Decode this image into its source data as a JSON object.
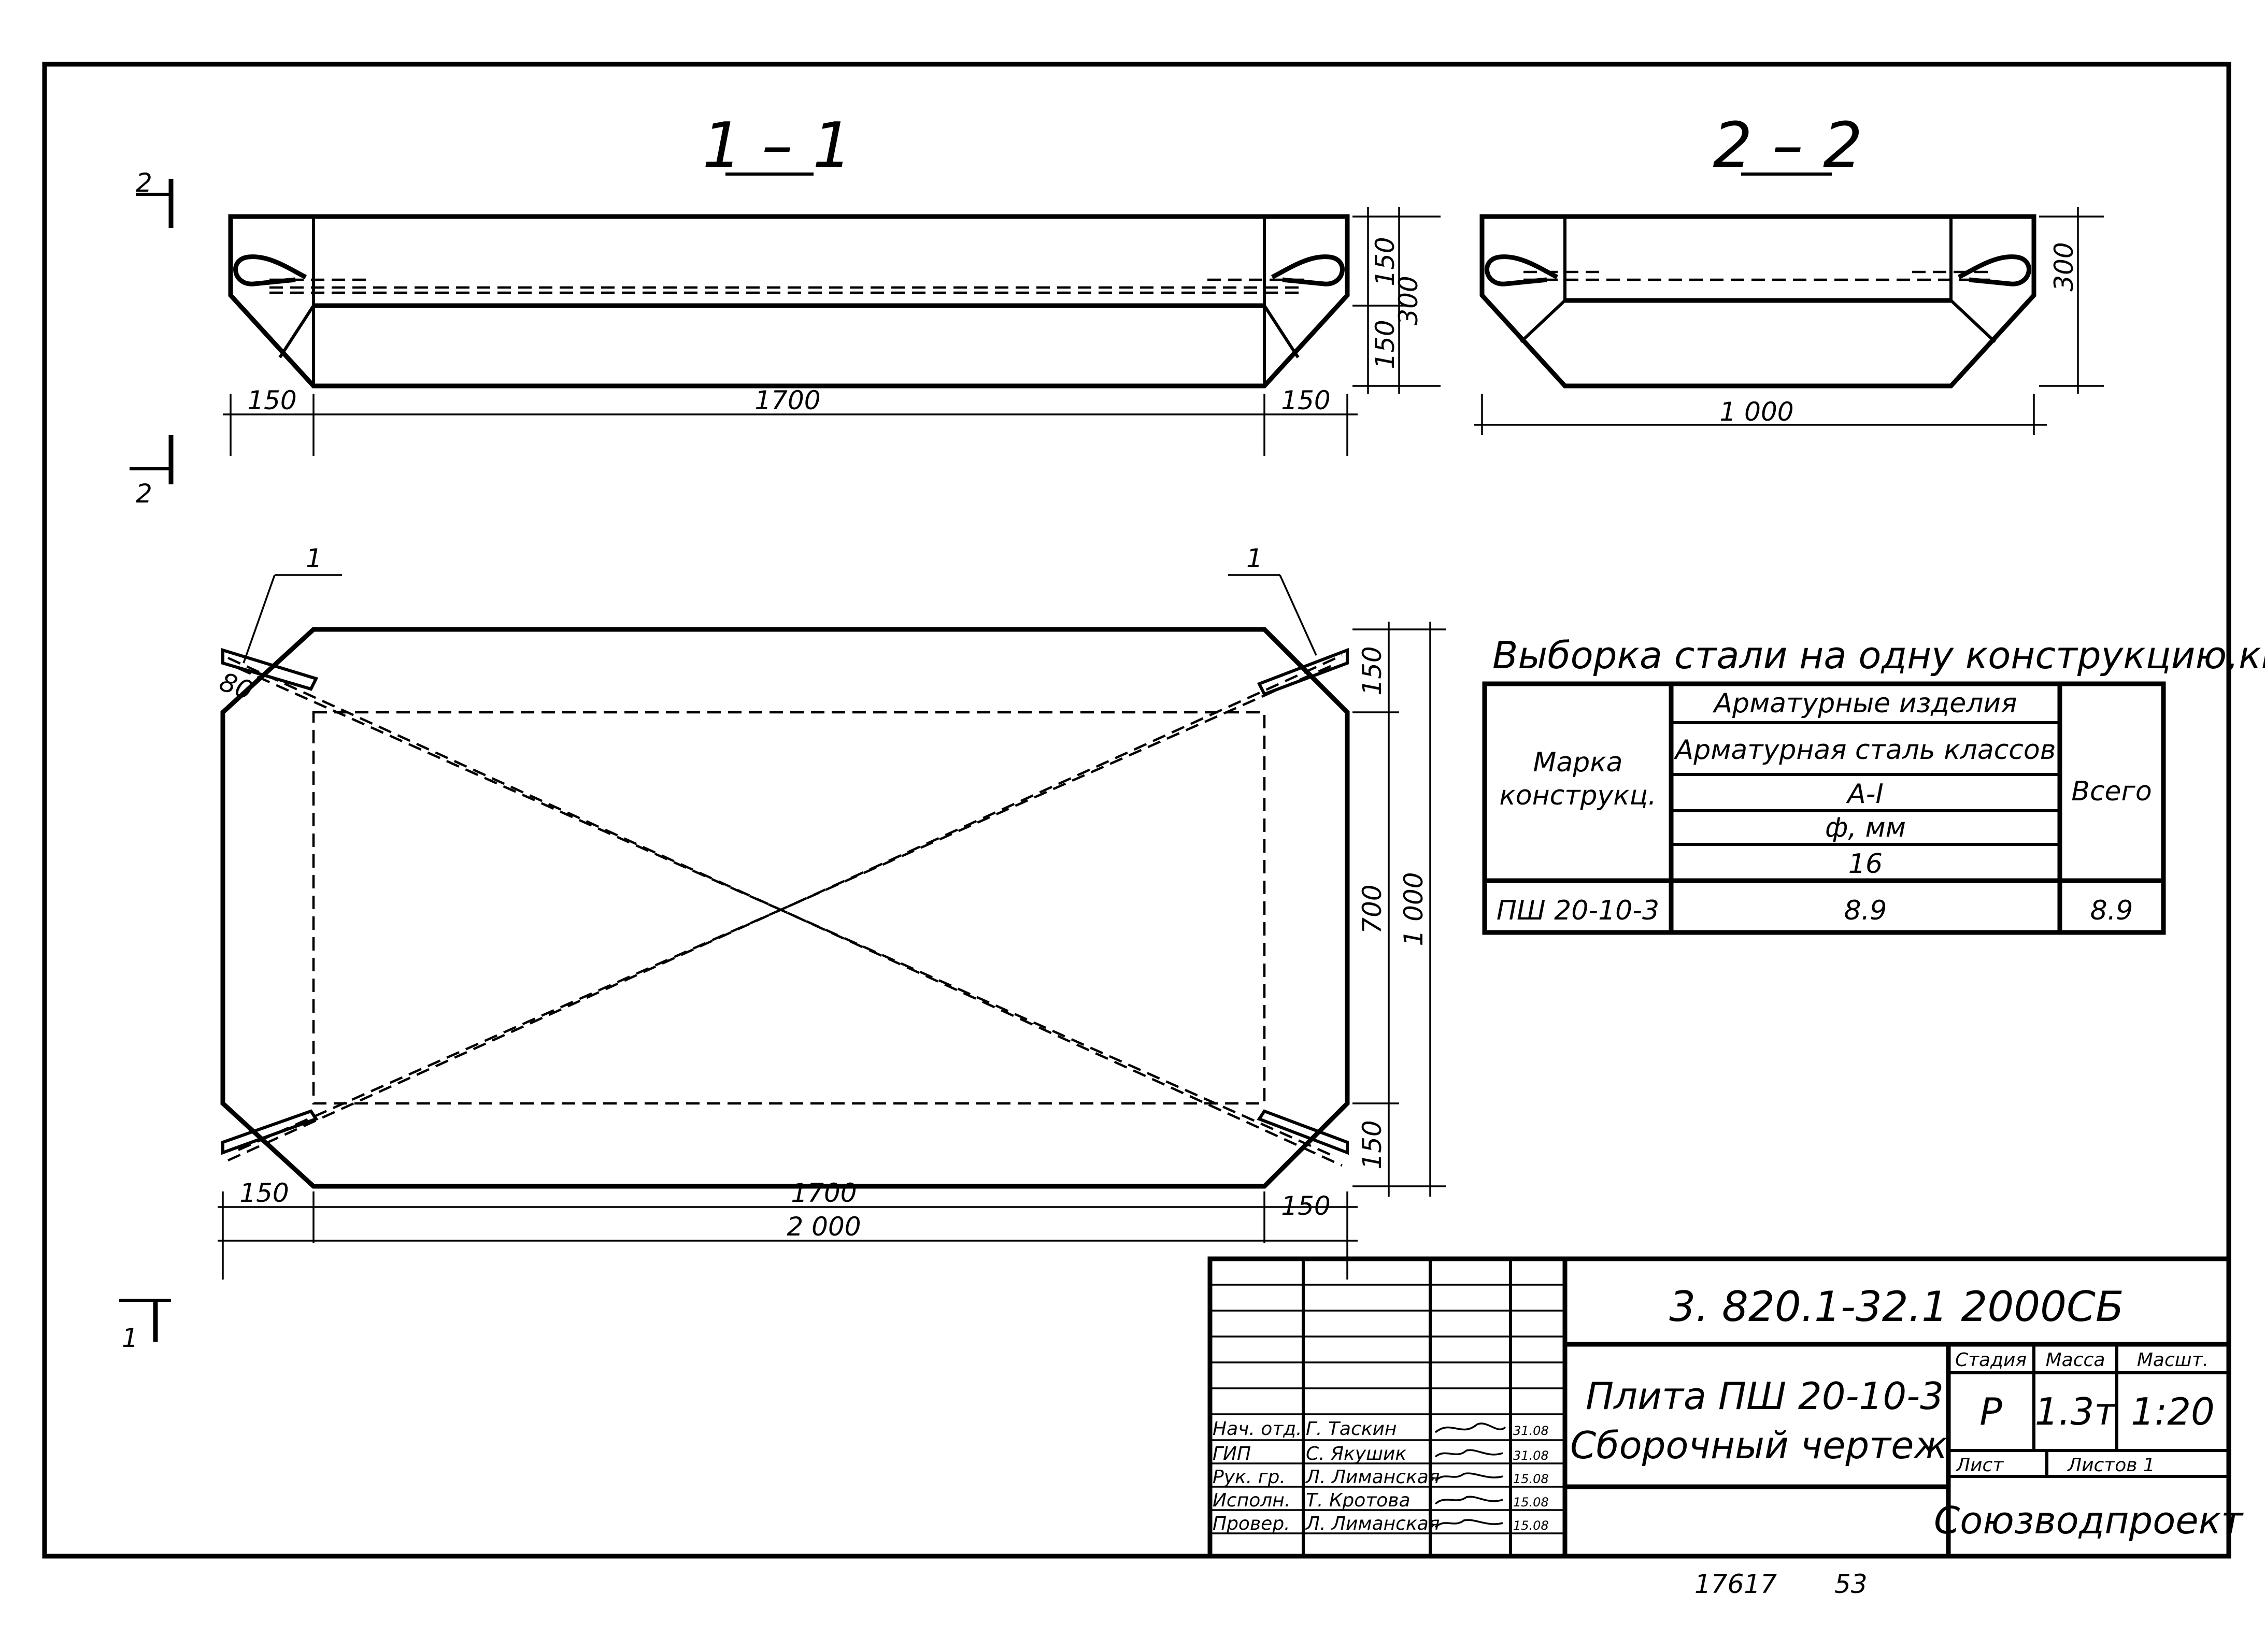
{
  "sections": {
    "s1_title": "1 – 1",
    "s2_title": "2 – 2",
    "s1_dim_150_left": "150",
    "s1_dim_1700": "1700",
    "s1_dim_150_right": "150",
    "s1_dim_150_upper": "150",
    "s1_dim_150_lower": "150",
    "s1_dim_300": "300",
    "s2_dim_1000": "1 000",
    "s2_dim_300": "300",
    "cut_mark_2": "2",
    "cut_mark_1": "1"
  },
  "plan": {
    "callout_1": "1",
    "dim_80": "80",
    "dim_150_left": "150",
    "dim_1700": "1700",
    "dim_150_right": "150",
    "dim_2000": "2 000",
    "dim_150_top": "150",
    "dim_700": "700",
    "dim_1000": "1 000",
    "dim_150_bottom": "150"
  },
  "steel_table": {
    "title": "Выборка стали на одну конструкцию,кг",
    "col_mark": "Марка конструкц.",
    "col_group": "Арматурные изделия",
    "col_steel": "Арматурная сталь классов",
    "col_class": "A-I",
    "col_dia": "ф, мм",
    "col_size": "16",
    "col_total": "Всего",
    "rows": [
      {
        "mark": "ПШ 20-10-3",
        "value": "8.9",
        "total": "8.9"
      }
    ]
  },
  "title_block": {
    "doc_code": "3. 820.1-32.1  2000СБ",
    "name_line1": "Плита  ПШ 20-10-3",
    "name_line2": "Сборочный  чертеж",
    "stage_label": "Стадия",
    "mass_label": "Масса",
    "scale_label": "Масшт.",
    "stage_value": "Р",
    "mass_value": "1.3т",
    "scale_value": "1:20",
    "sheet_label": "Лист",
    "sheets_label": "Листов 1",
    "organization": "Союзводпроект",
    "signatures": [
      {
        "role": "Нач. отд.",
        "name": "Г. Таскин",
        "date": "31.08"
      },
      {
        "role": "ГИП",
        "name": "С. Якушик",
        "date": "31.08"
      },
      {
        "role": "Рук. гр.",
        "name": "Л. Лиманская",
        "date": "15.08"
      },
      {
        "role": "Исполн.",
        "name": "Т. Кротова",
        "date": "15.08"
      },
      {
        "role": "Провер.",
        "name": "Л. Лиманская",
        "date": "15.08"
      }
    ]
  },
  "footer": {
    "inventory_no": "17617",
    "page_no": "53"
  }
}
